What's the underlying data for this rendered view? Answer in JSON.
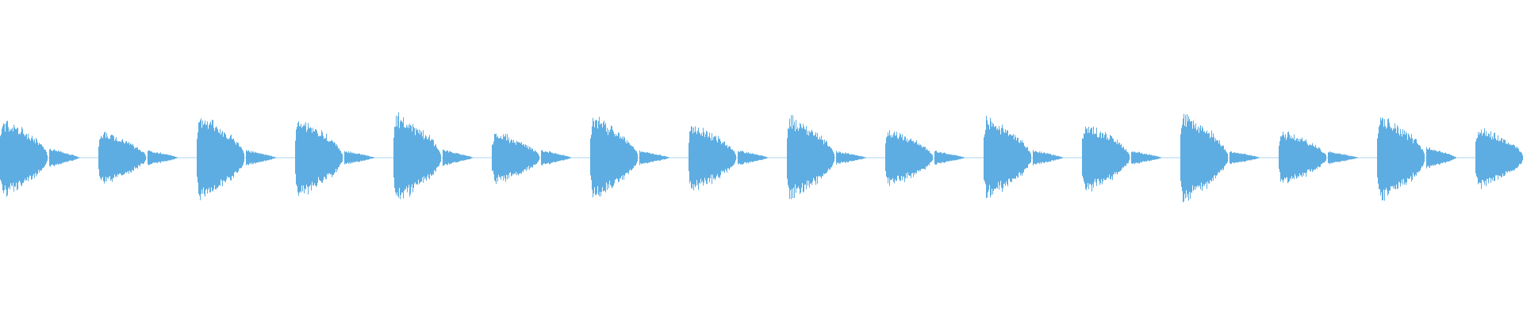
{
  "waveform": {
    "color": "#5dade2",
    "background": "#ffffff",
    "hits": [
      {
        "peak": 0.88,
        "tail": 0.2
      },
      {
        "peak": 0.62,
        "tail": 0.17
      },
      {
        "peak": 0.98,
        "tail": 0.16
      },
      {
        "peak": 0.9,
        "tail": 0.15
      },
      {
        "peak": 1.0,
        "tail": 0.17
      },
      {
        "peak": 0.6,
        "tail": 0.17
      },
      {
        "peak": 0.95,
        "tail": 0.15
      },
      {
        "peak": 0.78,
        "tail": 0.16
      },
      {
        "peak": 0.96,
        "tail": 0.14
      },
      {
        "peak": 0.66,
        "tail": 0.15
      },
      {
        "peak": 0.92,
        "tail": 0.16
      },
      {
        "peak": 0.8,
        "tail": 0.15
      },
      {
        "peak": 1.0,
        "tail": 0.14
      },
      {
        "peak": 0.62,
        "tail": 0.14
      },
      {
        "peak": 1.0,
        "tail": 0.24
      },
      {
        "peak": 0.72,
        "tail": 0.1
      }
    ]
  }
}
